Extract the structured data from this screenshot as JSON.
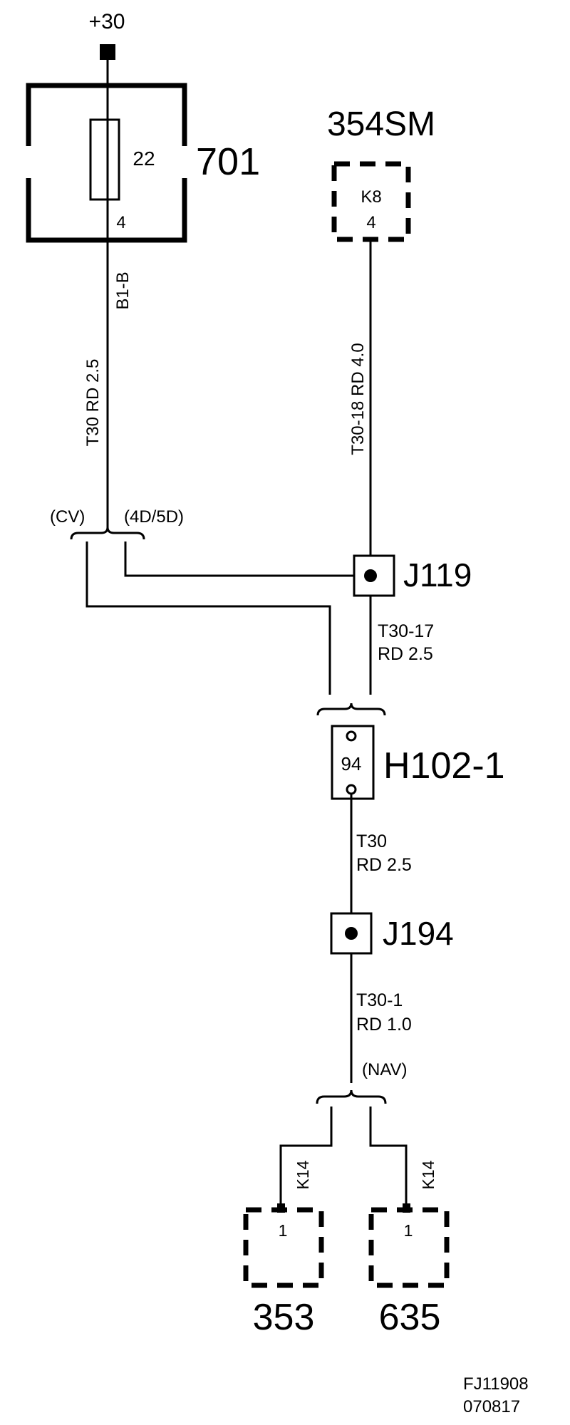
{
  "supply": {
    "label": "+30"
  },
  "fusebox": {
    "id": "701",
    "fuse_number": "22",
    "pin": "4",
    "wire_code": "B1-B",
    "wire_spec": "T30 RD 2.5"
  },
  "module_354": {
    "id": "354SM",
    "connector": "K8",
    "pin": "4",
    "wire_spec": "T30-18 RD 4.0"
  },
  "variants_top": {
    "left": "(CV)",
    "right": "(4D/5D)"
  },
  "j119": {
    "id": "J119",
    "wire_line1": "T30-17",
    "wire_line2": "RD 2.5"
  },
  "h102": {
    "id": "H102-1",
    "pin": "94",
    "wire_line1": "T30",
    "wire_line2": "RD 2.5"
  },
  "j194": {
    "id": "J194",
    "wire_line1": "T30-1",
    "wire_line2": "RD 1.0"
  },
  "variant_bottom": {
    "label": "(NAV)"
  },
  "module_353": {
    "id": "353",
    "connector": "K14",
    "pin": "1"
  },
  "module_635": {
    "id": "635",
    "connector": "K14",
    "pin": "1"
  },
  "footer": {
    "line1": "FJ11908",
    "line2": "070817"
  }
}
